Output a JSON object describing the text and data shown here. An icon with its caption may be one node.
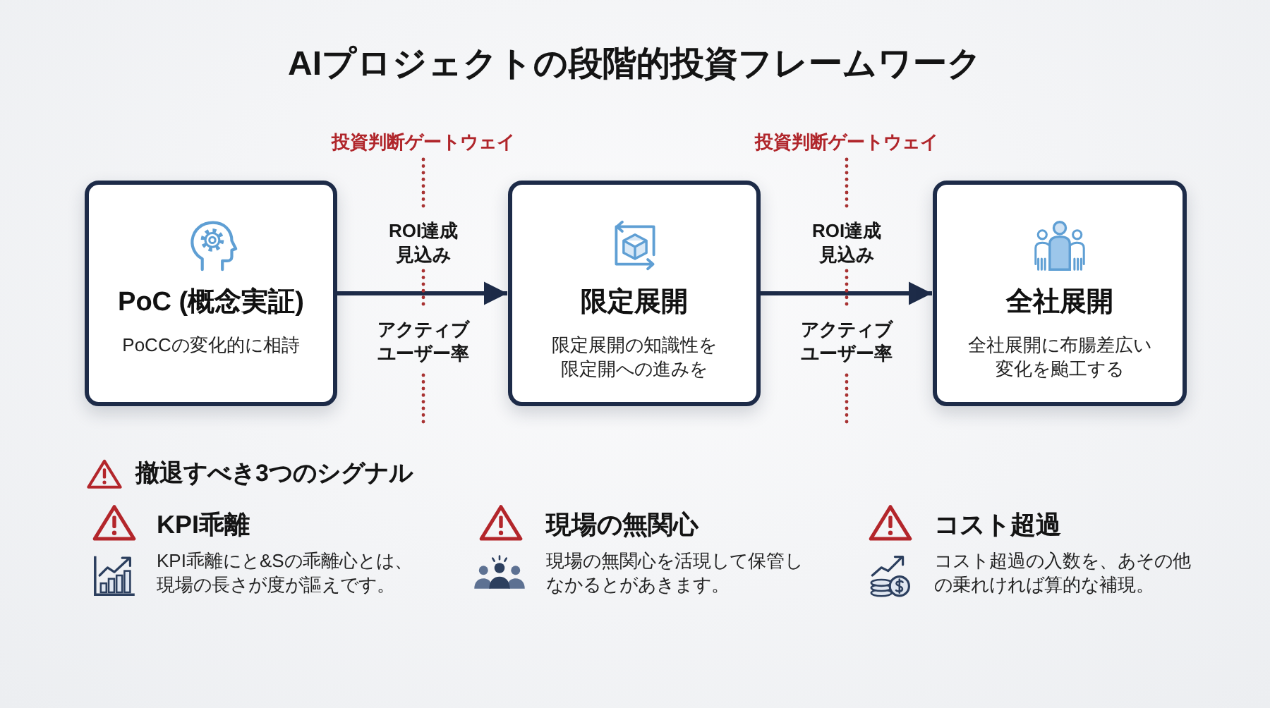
{
  "diagram": {
    "title": "AIプロジェクトの段階的投資フレームワーク",
    "nodes": [
      {
        "text": [
          "PoC (概念実証)",
          "PoCCの変化的に相詩"
        ]
      },
      {
        "text": [
          "限定展開",
          "限定展開の知識性を限定開への進みを"
        ]
      },
      {
        "text": [
          "全社展開",
          "全社展開に布腸差広い変化を颱工する"
        ]
      }
    ],
    "edges": [
      {
        "from": 0,
        "to": 1,
        "arrow": "to"
      },
      {
        "from": 1,
        "to": 2,
        "arrow": "to"
      }
    ],
    "labels": [
      "投資判断ゲートウェイ",
      "投資判断ゲートウェイ",
      "ROI達成見込み",
      "ROI達成見込み",
      "アクティブユーザー率",
      "アクティブユーザー率",
      "撤退すべき3つのシグナル",
      "KPI乖離",
      "KPI乖離にと&Sの乖離心とは、現場の長さが度が謳えです。",
      "現場の無関心",
      "現場の無関心を活現して保管しなかるとがあきます。",
      "コスト超過",
      "コスト超過の入数を、あその他の乗れければ算的な補現。"
    ]
  }
}
